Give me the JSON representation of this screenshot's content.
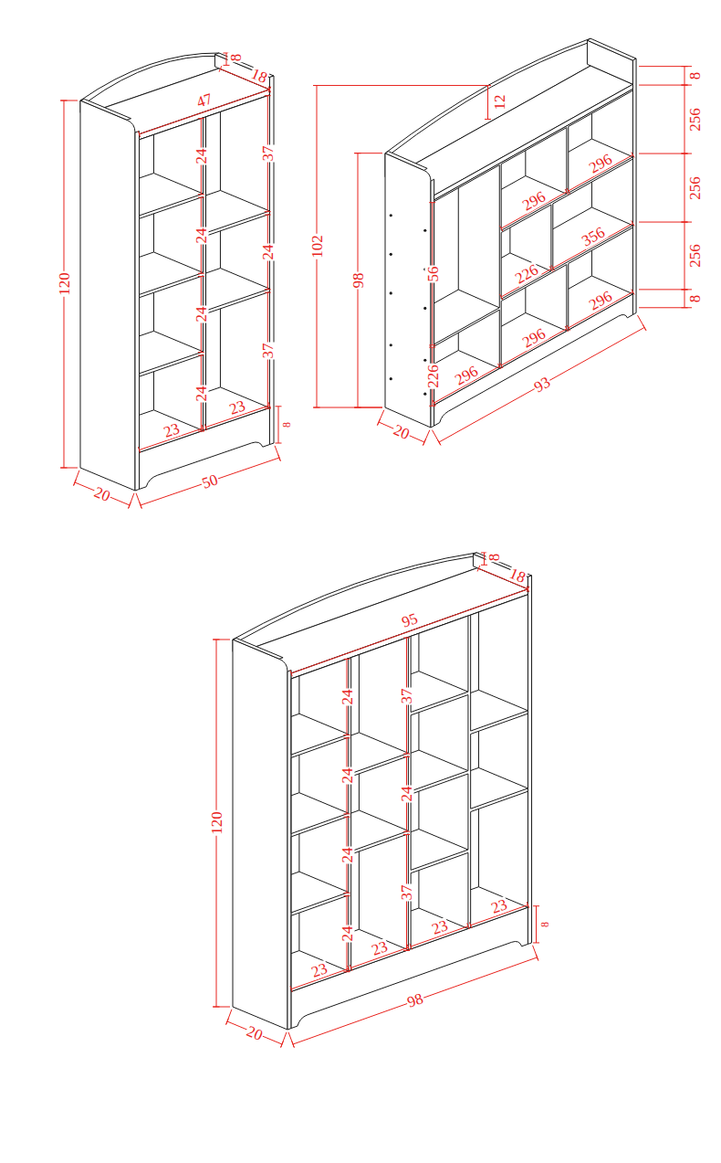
{
  "diagram": {
    "labels": [
      "8",
      "18",
      "47",
      "24",
      "37",
      "24",
      "24",
      "24",
      "37",
      "24",
      "23",
      "8",
      "23",
      "120",
      "20",
      "50",
      "12",
      "8",
      "256",
      "296",
      "256",
      "296",
      "356",
      "256",
      "102",
      "98",
      "56",
      "226",
      "8",
      "296",
      "296",
      "226",
      "296",
      "20",
      "93",
      "8",
      "18",
      "95",
      "24",
      "37",
      "24",
      "24",
      "24",
      "37",
      "24",
      "120",
      "23",
      "23",
      "23",
      "23",
      "8",
      "98",
      "20"
    ]
  }
}
